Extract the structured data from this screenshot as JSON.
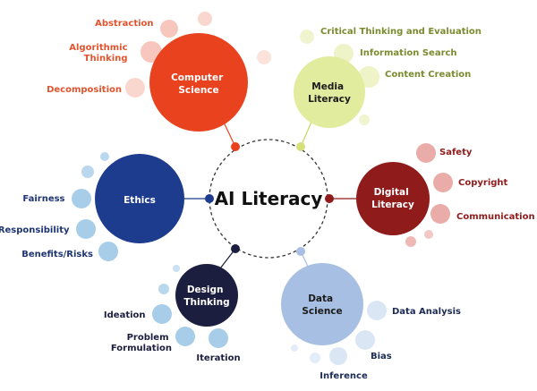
{
  "center": {
    "title": "AI Literacy"
  },
  "colors": {
    "computer_science": "#e8421f",
    "media_literacy": "#e2ec9f",
    "digital_literacy": "#8f1b1b",
    "data_science": "#a7bfe2",
    "design_thinking": "#1c1e3f",
    "ethics": "#1e3c8e",
    "cs_text": "#e2542f",
    "ml_text": "#7b8b2f",
    "dl_text": "#8f1b1b",
    "ds_text": "#1c2b56",
    "dt_text": "#1c1e3f",
    "eth_text": "#1e3474"
  },
  "nodes": {
    "computer_science": {
      "title_lines": [
        "Computer",
        "Science"
      ],
      "items": [
        "Abstraction",
        "Algorithmic Thinking",
        "Decomposition"
      ],
      "item_lines": [
        [
          "Abstraction"
        ],
        [
          "Algorithmic",
          "Thinking"
        ],
        [
          "Decomposition"
        ]
      ]
    },
    "media_literacy": {
      "title_lines": [
        "Media",
        "Literacy"
      ],
      "items": [
        "Critical Thinking and Evaluation",
        "Information Search",
        "Content Creation"
      ]
    },
    "digital_literacy": {
      "title_lines": [
        "Digital",
        "Literacy"
      ],
      "items": [
        "Safety",
        "Copyright",
        "Communication"
      ]
    },
    "data_science": {
      "title_lines": [
        "Data",
        "Science"
      ],
      "items": [
        "Data Analysis",
        "Bias",
        "Inference"
      ]
    },
    "design_thinking": {
      "title_lines": [
        "Design",
        "Thinking"
      ],
      "items": [
        "Ideation",
        "Problem Formulation",
        "Iteration"
      ],
      "item_lines": [
        [
          "Ideation"
        ],
        [
          "Problem",
          "Formulation"
        ],
        [
          "Iteration"
        ]
      ]
    },
    "ethics": {
      "title_lines": [
        "Ethics"
      ],
      "items": [
        "Fairness",
        "Responsibility",
        "Benefits/Risks"
      ]
    }
  }
}
